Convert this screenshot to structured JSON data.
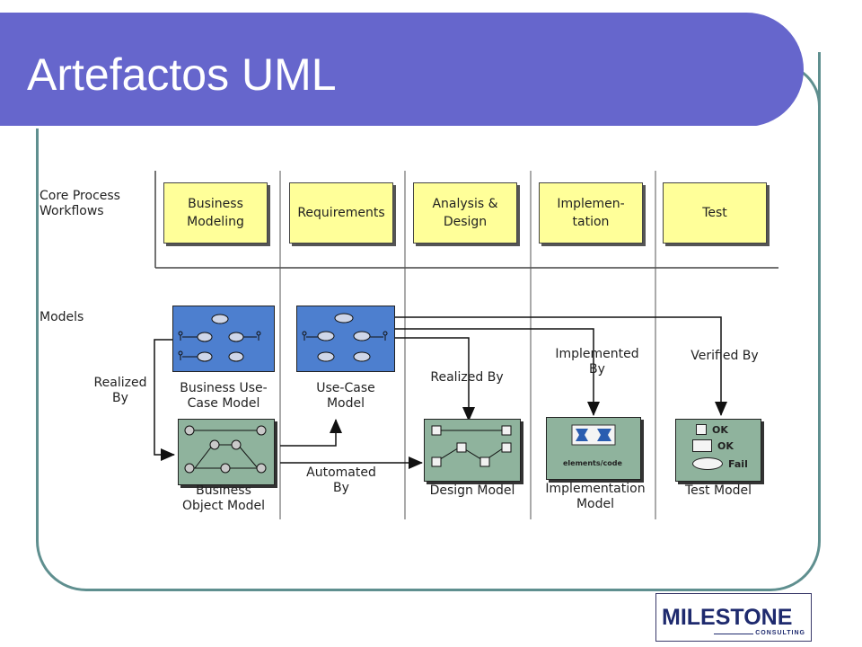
{
  "slide": {
    "title": "Artefactos UML"
  },
  "diagram": {
    "row_labels": {
      "core": "Core Process\nWorkflows",
      "models": "Models"
    },
    "workflows": [
      "Business\nModeling",
      "Requirements",
      "Analysis &\nDesign",
      "Implemen-\ntation",
      "Test"
    ],
    "models": {
      "business_use_case": "Business Use-\nCase Model",
      "use_case": "Use-Case\nModel",
      "business_object": "Business\nObject Model",
      "design": "Design Model",
      "implementation": "Implementation\nModel",
      "test": "Test Model"
    },
    "relations": {
      "realized_by_left": "Realized\nBy",
      "realized_by_mid": "Realized By",
      "automated_by": "Automated\nBy",
      "implemented_by": "Implemented\nBy",
      "verified_by": "Verified By"
    },
    "test_items": [
      "OK",
      "OK",
      "Fail"
    ],
    "impl_caption": "elements/code"
  },
  "logo": {
    "main": "MILESTONE",
    "sub": "CONSULTING"
  },
  "colors": {
    "title_bar": "#6666cc",
    "frame": "#5f8f8f",
    "workflow_box": "#ffff99",
    "blue_model": "#4d7fcf",
    "green_model": "#8fb39d"
  }
}
